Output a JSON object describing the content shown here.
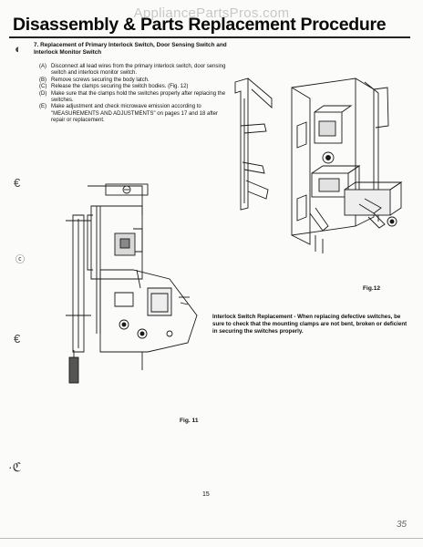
{
  "watermark": "AppliancePartsPros.com",
  "title": "Disassembly & Parts Replacement Procedure",
  "step": {
    "heading": "7. Replacement of Primary Interlock Switch, Door Sensing Switch and Interlock Monitor Switch",
    "items": [
      {
        "label": "(A)",
        "text": "Disconnect all lead wires from the primary interlock switch, door sensing switch and interlock monitor switch."
      },
      {
        "label": "(B)",
        "text": "Remove screws securing the body latch."
      },
      {
        "label": "(C)",
        "text": "Release the clamps securing the switch bodies. (Fig. 12)"
      },
      {
        "label": "(D)",
        "text": "Make sure that the clamps hold the switches properly after replacing the switches."
      },
      {
        "label": "(E)",
        "text": "Make adjustment and check microwave emission according to \"MEASUREMENTS AND ADJUSTMENTS\" on pages 17 and 18 after repair or replacement."
      }
    ]
  },
  "fig12_label": "Fig.12",
  "fig11_label": "Fig. 11",
  "note": {
    "heading": "Interlock Switch Replacement",
    "text": " - When replacing defective switches, be sure to check that the mounting clamps are not bent, broken or deficient in securing the switches properly."
  },
  "page_number": "15",
  "corner_mark": "35"
}
